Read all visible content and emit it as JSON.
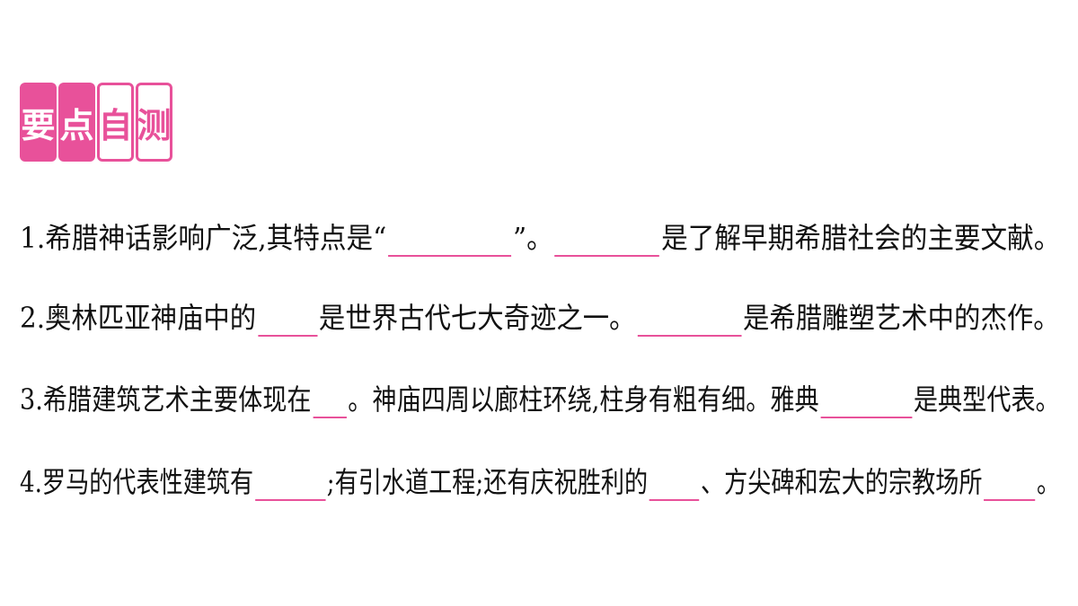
{
  "header": {
    "chars": [
      "要",
      "点",
      "自",
      "测"
    ]
  },
  "questions": [
    {
      "p1": "1.希腊神话影响广泛,其特点是“",
      "p2": "”。",
      "p3": "是了解早期希腊社会的主要文献。"
    },
    {
      "p1": "2.奥林匹亚神庙中的",
      "p2": "是世界古代七大奇迹之一。",
      "p3": "是希腊雕塑艺术中的杰作。"
    },
    {
      "p1": "3.希腊建筑艺术主要体现在",
      "p2": "。神庙四周以廊柱环绕,柱身有粗有细。雅典",
      "p3": "是典型代表。"
    },
    {
      "p1": "4.罗马的代表性建筑有",
      "p2": ";有引水道工程;还有庆祝胜利的",
      "p3": "、方尖碑和宏大的宗教场所",
      "p4": "。"
    }
  ],
  "colors": {
    "accent": "#e8519a",
    "text": "#111111"
  }
}
